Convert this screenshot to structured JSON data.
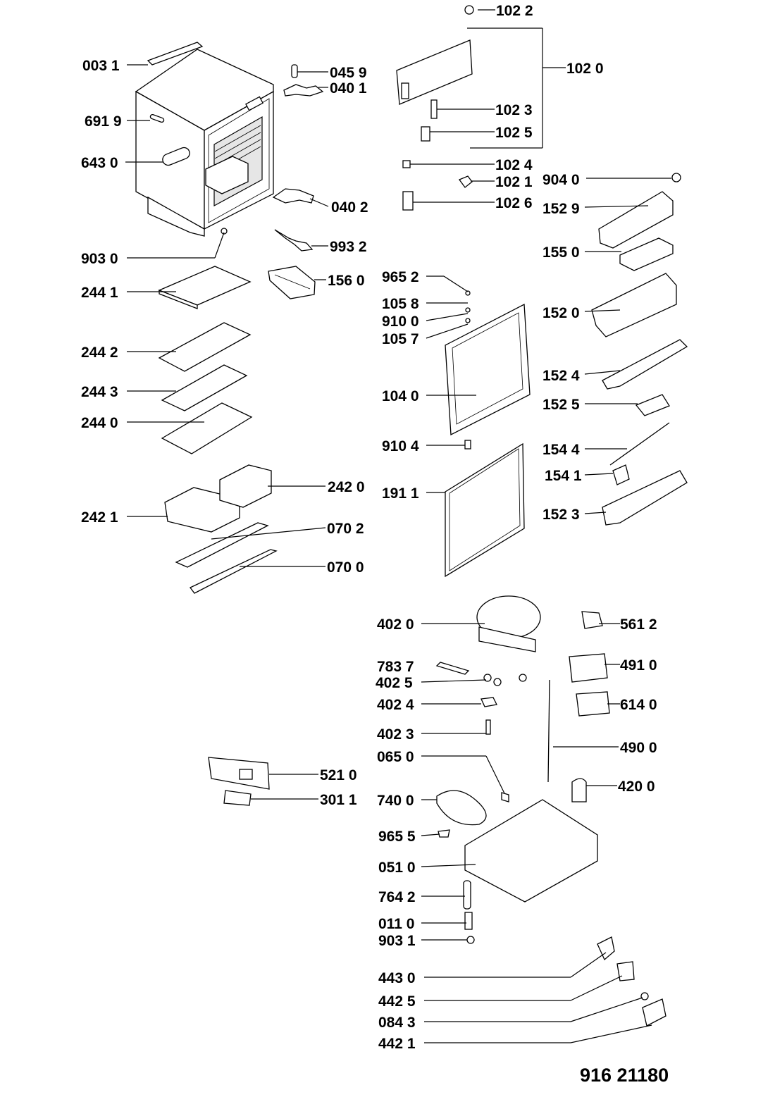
{
  "document_number": "916 21180",
  "callouts": [
    {
      "code": "102 2"
    },
    {
      "code": "102 0"
    },
    {
      "code": "102 3"
    },
    {
      "code": "102 5"
    },
    {
      "code": "102 4"
    },
    {
      "code": "102 1"
    },
    {
      "code": "102 6"
    },
    {
      "code": "904 0"
    },
    {
      "code": "152 9"
    },
    {
      "code": "155 0"
    },
    {
      "code": "152 0"
    },
    {
      "code": "152 4"
    },
    {
      "code": "152 5"
    },
    {
      "code": "154 4"
    },
    {
      "code": "154 1"
    },
    {
      "code": "152 3"
    },
    {
      "code": "003 1"
    },
    {
      "code": "691 9"
    },
    {
      "code": "643 0"
    },
    {
      "code": "903 0"
    },
    {
      "code": "244 1"
    },
    {
      "code": "244 2"
    },
    {
      "code": "244 3"
    },
    {
      "code": "244 0"
    },
    {
      "code": "242 1"
    },
    {
      "code": "045 9"
    },
    {
      "code": "040 1"
    },
    {
      "code": "040 2"
    },
    {
      "code": "993 2"
    },
    {
      "code": "156 0"
    },
    {
      "code": "242 0"
    },
    {
      "code": "070 2"
    },
    {
      "code": "070 0"
    },
    {
      "code": "965 2"
    },
    {
      "code": "105 8"
    },
    {
      "code": "910 0"
    },
    {
      "code": "105 7"
    },
    {
      "code": "104 0"
    },
    {
      "code": "910 4"
    },
    {
      "code": "191 1"
    },
    {
      "code": "402 0"
    },
    {
      "code": "783 7"
    },
    {
      "code": "402 5"
    },
    {
      "code": "402 4"
    },
    {
      "code": "402 3"
    },
    {
      "code": "065 0"
    },
    {
      "code": "740 0"
    },
    {
      "code": "965 5"
    },
    {
      "code": "051 0"
    },
    {
      "code": "764 2"
    },
    {
      "code": "011 0"
    },
    {
      "code": "903 1"
    },
    {
      "code": "443 0"
    },
    {
      "code": "442 5"
    },
    {
      "code": "084 3"
    },
    {
      "code": "442 1"
    },
    {
      "code": "561 2"
    },
    {
      "code": "491 0"
    },
    {
      "code": "614 0"
    },
    {
      "code": "490 0"
    },
    {
      "code": "420 0"
    },
    {
      "code": "521 0"
    },
    {
      "code": "301 1"
    }
  ]
}
